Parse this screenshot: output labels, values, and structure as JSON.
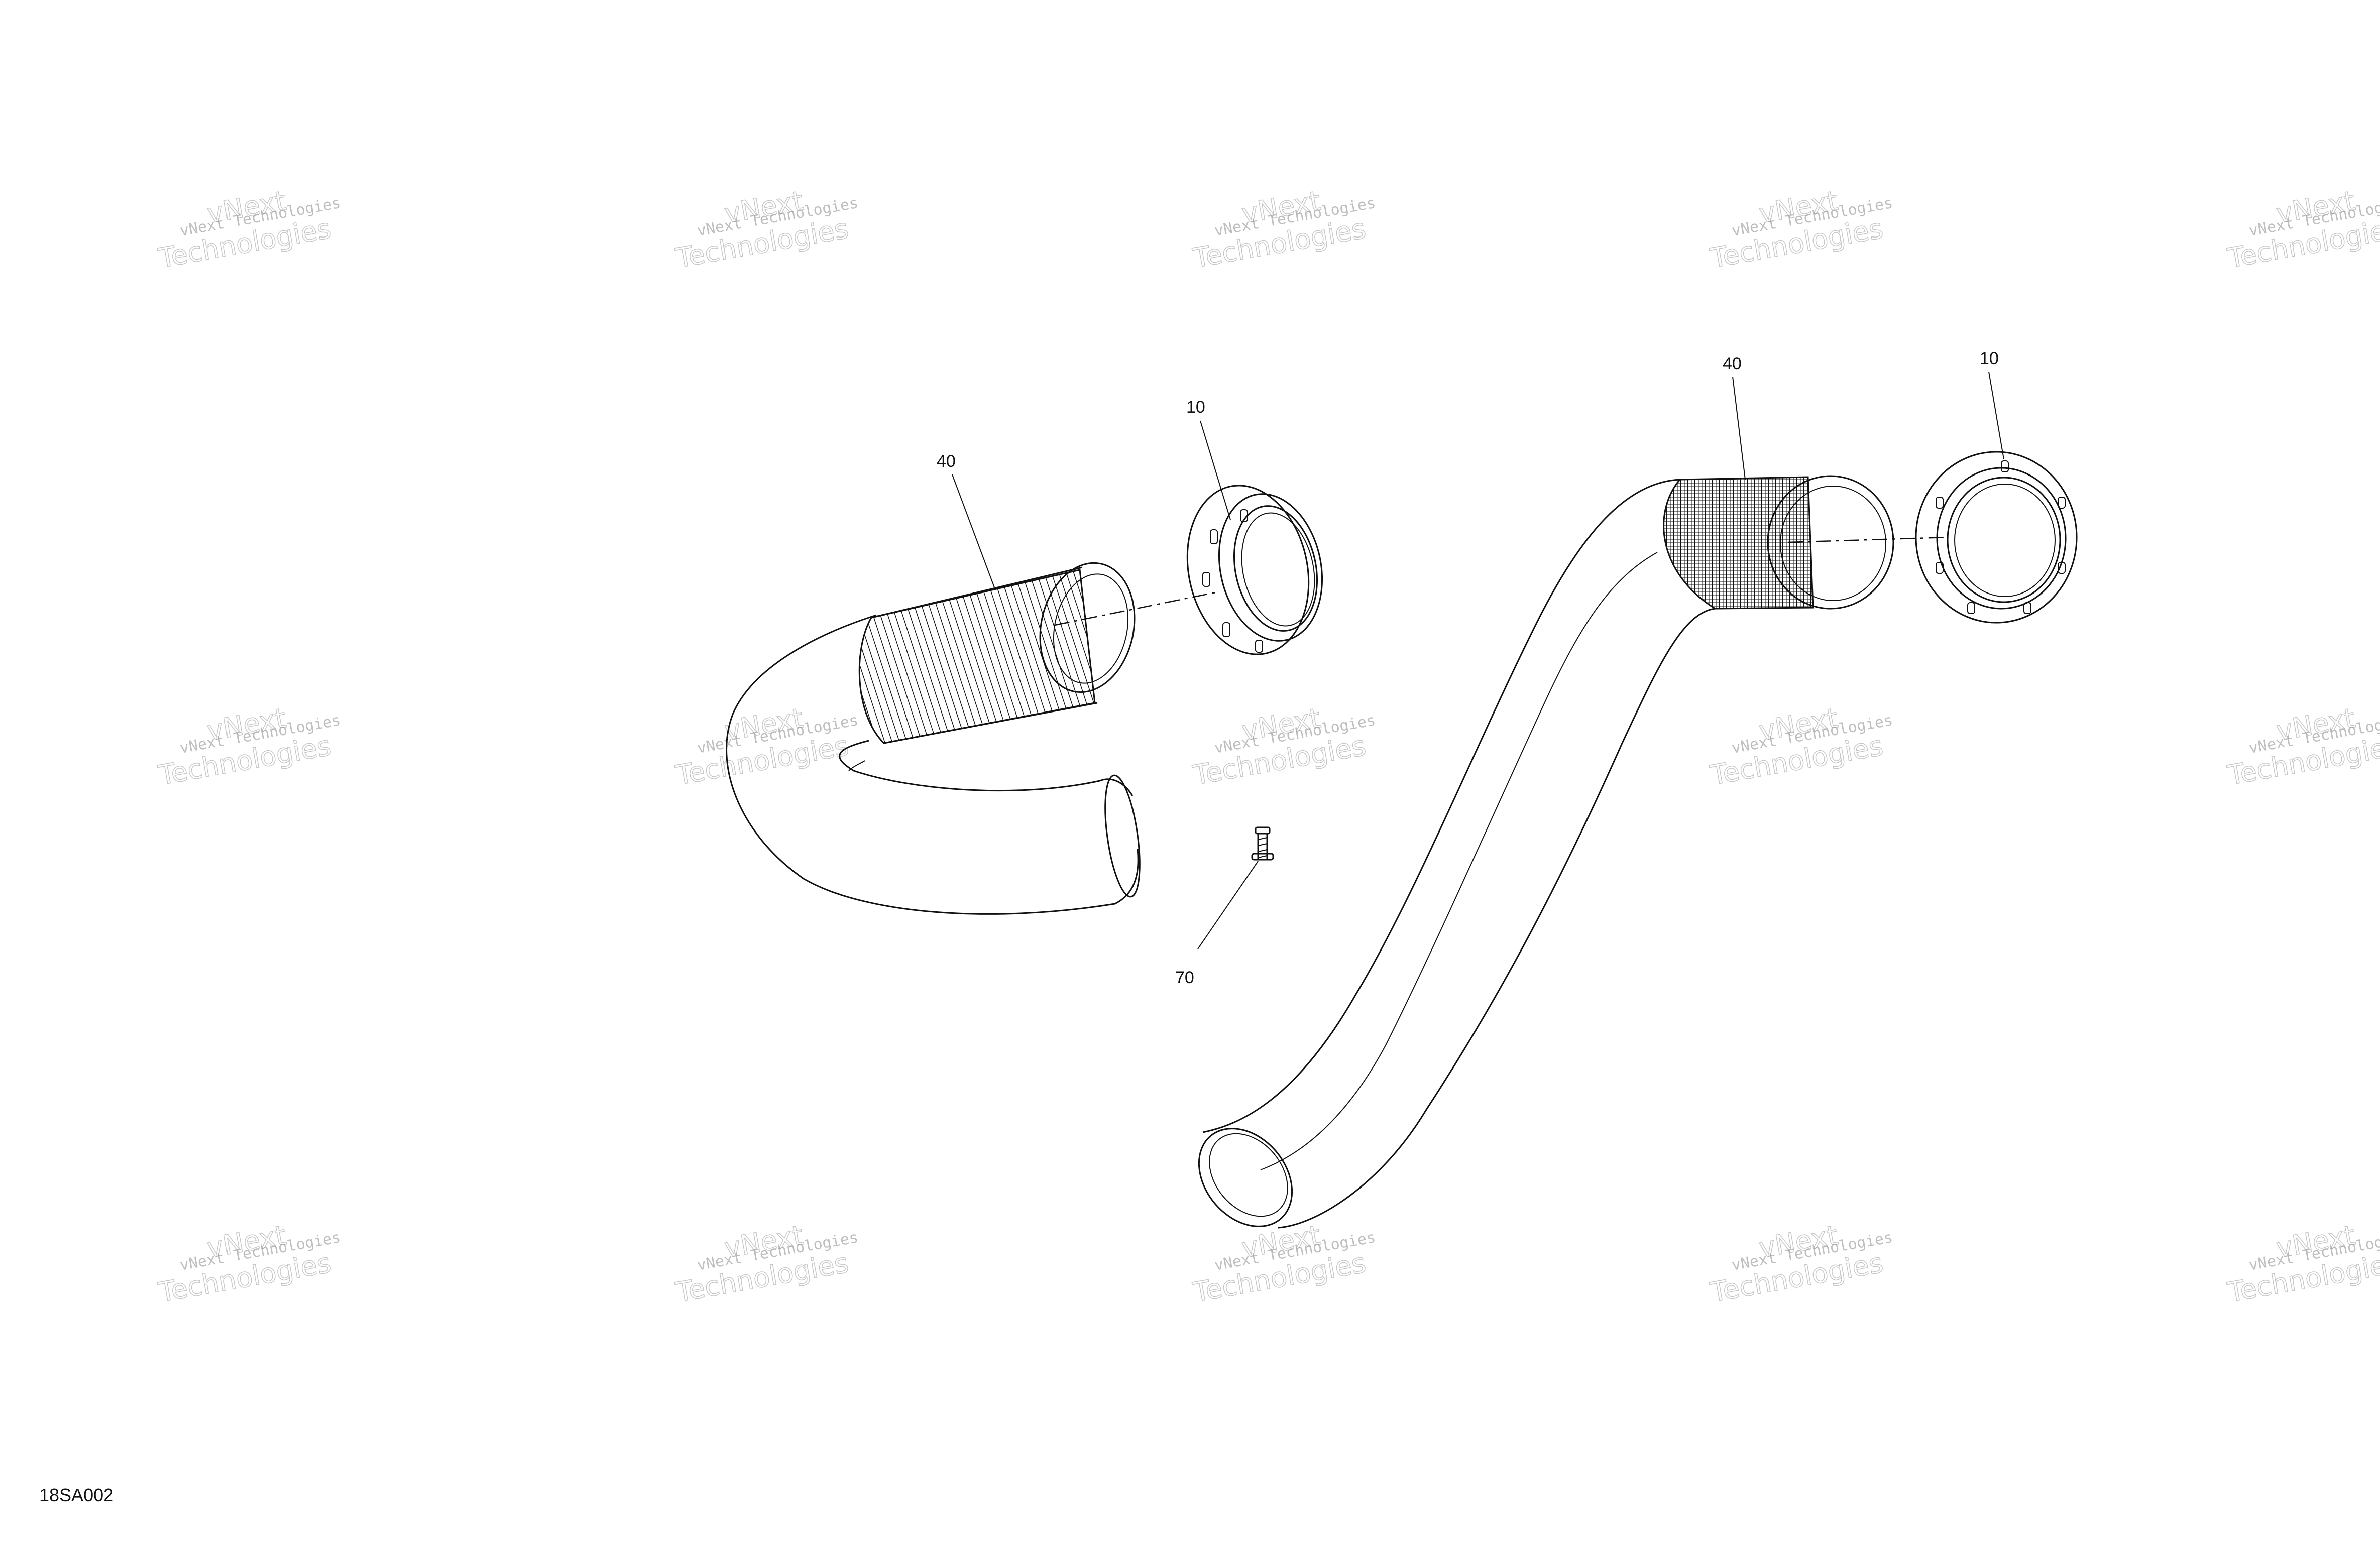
{
  "diagram": {
    "drawing_code": "18SA002",
    "watermark": {
      "line1": "vNext Technologies",
      "line2": "vNext",
      "line3": "Technologies"
    },
    "callouts": {
      "hose_left": "40",
      "clamp_left": "10",
      "screw": "70",
      "hose_right": "40",
      "clamp_right": "10"
    },
    "line_color": "#111111",
    "background": "#ffffff"
  }
}
